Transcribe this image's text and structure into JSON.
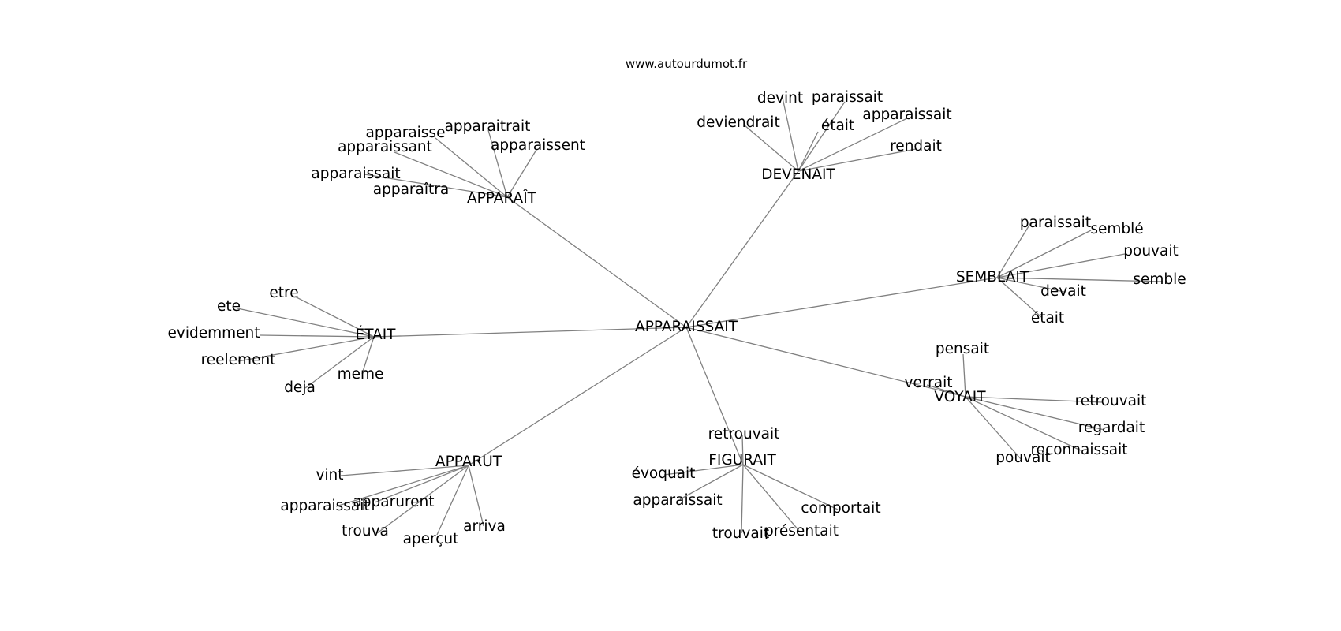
{
  "site": "www.autourdumot.fr",
  "graph": {
    "root": "APPARAISSAIT",
    "groups": [
      {
        "hub": "APPARAÎT",
        "words": [
          "apparaitrait",
          "apparaisse",
          "apparaissent",
          "apparaissant",
          "apparaissait",
          "apparaîtra"
        ]
      },
      {
        "hub": "DEVENAIT",
        "words": [
          "devint",
          "paraissait",
          "deviendrait",
          "était",
          "apparaissait",
          "rendait"
        ]
      },
      {
        "hub": "SEMBLAIT",
        "words": [
          "paraissait",
          "semblé",
          "pouvait",
          "semble",
          "devait",
          "était"
        ]
      },
      {
        "hub": "VOYAIT",
        "words": [
          "pensait",
          "verrait",
          "retrouvait",
          "regardait",
          "reconnaissait",
          "pouvait"
        ]
      },
      {
        "hub": "FIGURAIT",
        "words": [
          "retrouvait",
          "évoquait",
          "apparaissait",
          "comportait",
          "présentait",
          "trouvait"
        ]
      },
      {
        "hub": "APPARUT",
        "words": [
          "vint",
          "apparurent",
          "apparaissait",
          "trouva",
          "aperçut",
          "arriva"
        ]
      },
      {
        "hub": "ÉTAIT",
        "words": [
          "etre",
          "ete",
          "evidemment",
          "reelement",
          "meme",
          "deja"
        ]
      }
    ]
  }
}
